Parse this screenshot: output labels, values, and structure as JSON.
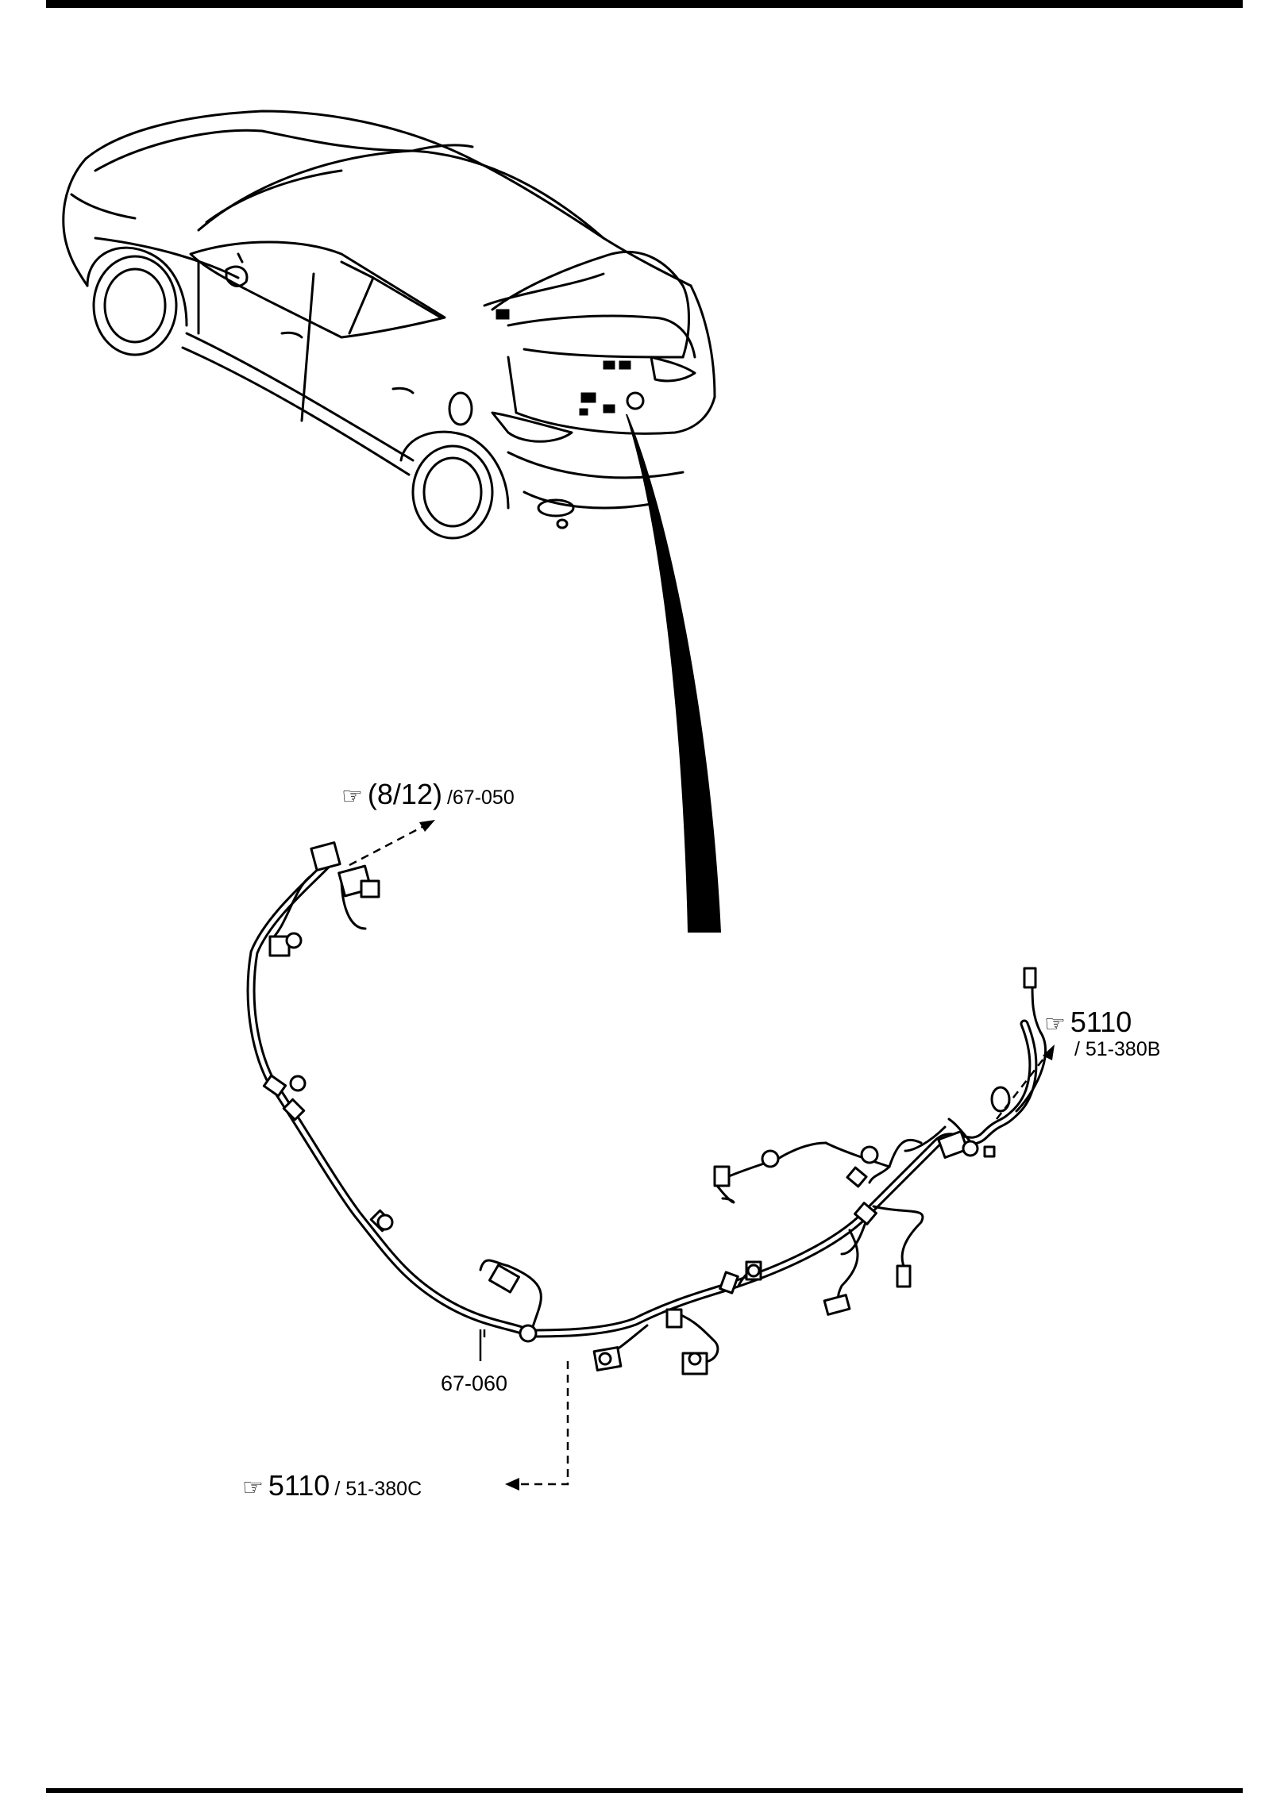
{
  "diagram": {
    "references": [
      {
        "id": "ref-top",
        "main": "(8/12)",
        "sub": "/67-050"
      },
      {
        "id": "ref-right",
        "main": "5110",
        "sub": "/ 51-380B"
      },
      {
        "id": "ref-bottom",
        "main": "5110",
        "sub": "/ 51-380C"
      }
    ],
    "part_number": "67-060",
    "icon": "pointing-hand-icon",
    "colors": {
      "line": "#000000",
      "background": "#ffffff"
    }
  }
}
